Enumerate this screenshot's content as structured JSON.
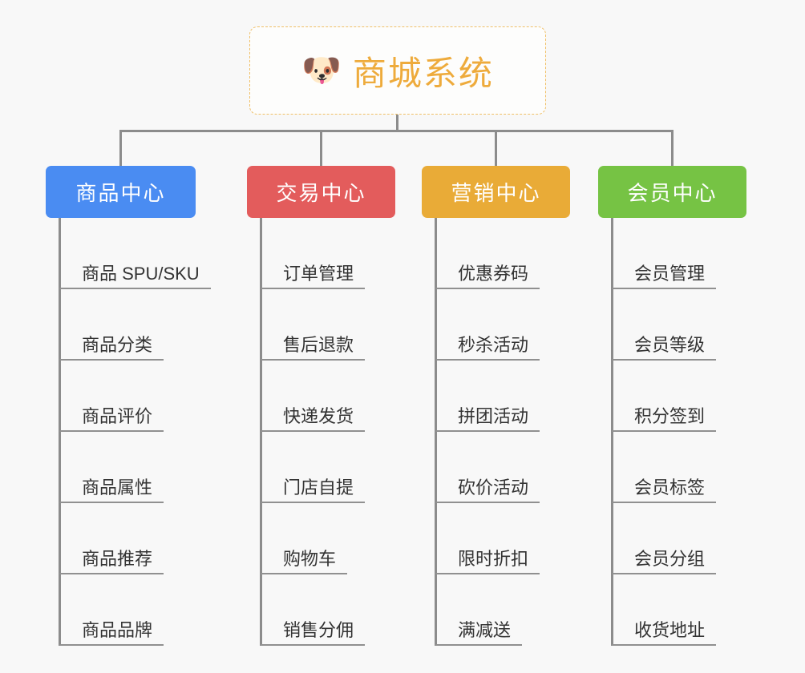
{
  "root": {
    "icon": "dog-face-icon",
    "icon_glyph": "🐶",
    "title": "商城系统",
    "accent_color": "#eeab3c",
    "border_style": "dashed"
  },
  "canvas": {
    "background_color": "#f8f8f8",
    "connector_color": "#8c8c8c"
  },
  "branches": [
    {
      "label": "商品中心",
      "color": "#4a8cf2",
      "items": [
        "商品 SPU/SKU",
        "商品分类",
        "商品评价",
        "商品属性",
        "商品推荐",
        "商品品牌"
      ]
    },
    {
      "label": "交易中心",
      "color": "#e35c5c",
      "items": [
        "订单管理",
        "售后退款",
        "快递发货",
        "门店自提",
        "购物车",
        "销售分佣"
      ]
    },
    {
      "label": "营销中心",
      "color": "#e9ab37",
      "items": [
        "优惠券码",
        "秒杀活动",
        "拼团活动",
        "砍价活动",
        "限时折扣",
        "满减送"
      ]
    },
    {
      "label": "会员中心",
      "color": "#76c344",
      "items": [
        "会员管理",
        "会员等级",
        "积分签到",
        "会员标签",
        "会员分组",
        "收货地址"
      ]
    }
  ]
}
